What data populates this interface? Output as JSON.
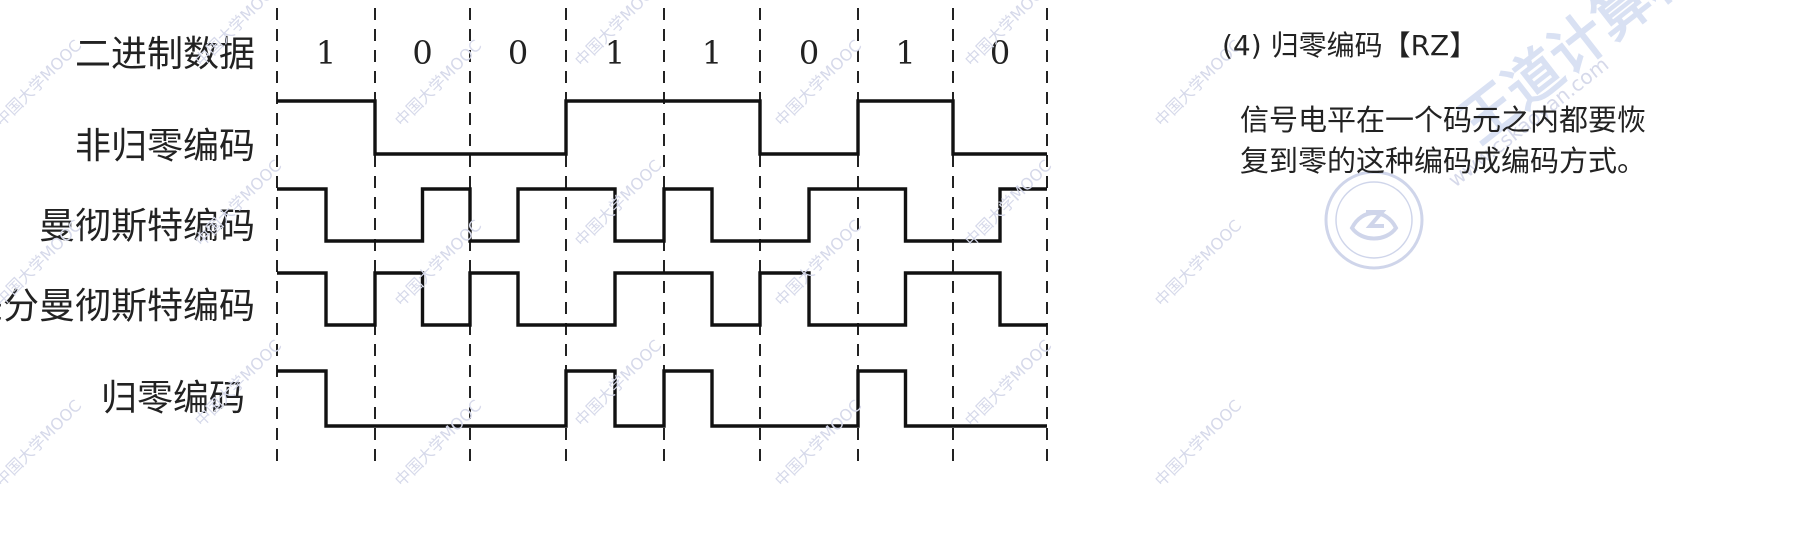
{
  "diagram": {
    "bits": [
      "1",
      "0",
      "0",
      "1",
      "1",
      "0",
      "1",
      "0"
    ],
    "rows": [
      {
        "key": "data",
        "label": "二进制数据"
      },
      {
        "key": "nrz",
        "label": "非归零编码"
      },
      {
        "key": "manchester",
        "label": "曼彻斯特编码"
      },
      {
        "key": "diff_manchester",
        "label": "差分曼彻斯特编码"
      },
      {
        "key": "rz",
        "label": "归零编码"
      }
    ]
  },
  "chart_data": {
    "type": "diagram",
    "bits": [
      1,
      0,
      0,
      1,
      1,
      0,
      1,
      0
    ],
    "signals": {
      "nrz": [
        1,
        0,
        0,
        1,
        1,
        0,
        1,
        0
      ],
      "manchester": [
        [
          1,
          0
        ],
        [
          0,
          1
        ],
        [
          0,
          1
        ],
        [
          1,
          0
        ],
        [
          1,
          0
        ],
        [
          0,
          1
        ],
        [
          1,
          0
        ],
        [
          0,
          1
        ]
      ],
      "diff_manchester": [
        [
          1,
          0
        ],
        [
          1,
          0
        ],
        [
          1,
          0
        ],
        [
          0,
          1
        ],
        [
          1,
          0
        ],
        [
          1,
          0
        ],
        [
          0,
          1
        ],
        [
          1,
          0
        ]
      ],
      "rz": [
        [
          1,
          0
        ],
        [
          0,
          0
        ],
        [
          0,
          0
        ],
        [
          1,
          0
        ],
        [
          1,
          0
        ],
        [
          0,
          0
        ],
        [
          1,
          0
        ],
        [
          0,
          0
        ]
      ]
    }
  },
  "side": {
    "title": "(4) 归零编码【RZ】",
    "desc_lines": [
      "信号电平在一个码元之内都要恢",
      "复到零的这种编码成编码方式。"
    ]
  },
  "watermark": {
    "text": "中国大学MOOC",
    "brand": "王道计算机",
    "url": "www.cskaoyan.com"
  }
}
